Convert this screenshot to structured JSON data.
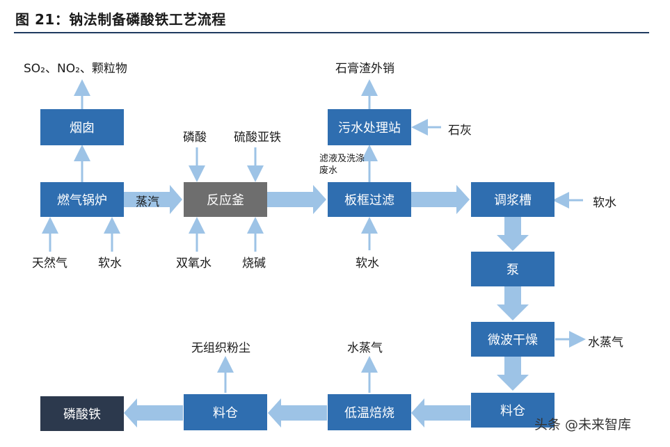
{
  "title": "图 21：钠法制备磷酸铁工艺流程",
  "boxes": {
    "chimney": "烟囱",
    "boiler": "燃气锅炉",
    "reactor": "反应釜",
    "filter": "板框过滤",
    "wastewater": "污水处理站",
    "slurry": "调浆槽",
    "pump": "泵",
    "microwave": "微波干燥",
    "silo1": "料仓",
    "lowtemp": "低温焙烧",
    "silo2": "料仓",
    "product": "磷酸铁"
  },
  "labels": {
    "emissions": "SO₂、NO₂、颗粒物",
    "steam": "蒸汽",
    "natural_gas": "天然气",
    "soft_water_boiler": "软水",
    "phosphoric_acid": "磷酸",
    "ferrous_sulfate": "硫酸亚铁",
    "hydrogen_peroxide": "双氧水",
    "caustic_soda": "烧碱",
    "gypsum_slag": "石膏渣外销",
    "lime": "石灰",
    "filtrate_wash": "滤液及洗涤废水",
    "soft_water_filter": "软水",
    "soft_water_slurry": "软水",
    "water_vapor_dry": "水蒸气",
    "water_vapor_roast": "水蒸气",
    "dust": "无组织粉尘"
  },
  "watermark": "头条 @未来智库",
  "colors": {
    "box_blue": "#2f6eb0",
    "box_grey": "#6e6e6e",
    "box_dark": "#2c394d",
    "arrow": "#9dc3e6"
  }
}
